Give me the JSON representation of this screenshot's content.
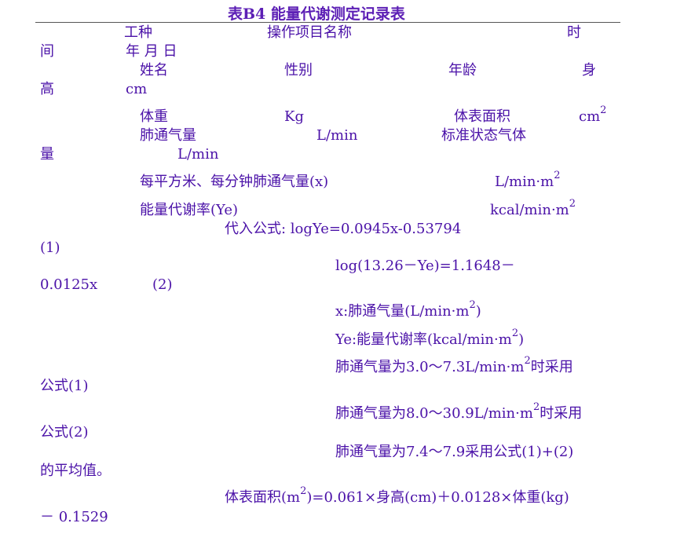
{
  "title": "表B4  能量代谢测定记录表",
  "lines": {
    "l1a": "工种",
    "l1b": "操作项目名称",
    "l1c": "时",
    "l2a": "间",
    "l2b": "年   月   日",
    "l3a": "姓名",
    "l3b": "性别",
    "l3c": "年龄",
    "l3d": "身",
    "l4a": "高",
    "l4b": "cm",
    "l5a": "体重",
    "l5b": "Kg",
    "l5c": "体表面积",
    "l5d": "cm",
    "l6a": "肺通气量",
    "l6b": "L/min",
    "l6c": "标准状态气体",
    "l7a": "量",
    "l7b": "L/min",
    "l8a": "每平方米、每分钟肺通气量(x)",
    "l8b": "L/min·m",
    "l9a": "能量代谢率(Ye)",
    "l9b": "kcal/min·m",
    "l10": "代入公式:  logYe=0.0945x-0.53794",
    "l11": "(1)",
    "l12": "log(13.26－Ye)=1.1648－",
    "l13a": "0.0125x",
    "l13b": "(2)",
    "l14a": "x:肺通气量(L/min·m",
    "l14b": ")",
    "l15a": "Ye:能量代谢率(kcal/min·m",
    "l15b": ")",
    "l16a": "肺通气量为3.0～7.3L/min·m",
    "l16b": "时采用",
    "l17": "公式(1)",
    "l18a": "肺通气量为8.0～30.9L/min·m",
    "l18b": "时采用",
    "l19": "公式(2)",
    "l20": "肺通气量为7.4～7.9采用公式(1)+(2)",
    "l21": "的平均值。",
    "l22a": "体表面积(m",
    "l22b": ")=0.061×身高(cm)＋0.0128×体重(kg)",
    "l23": "－ 0.1529",
    "sup2": "2"
  }
}
